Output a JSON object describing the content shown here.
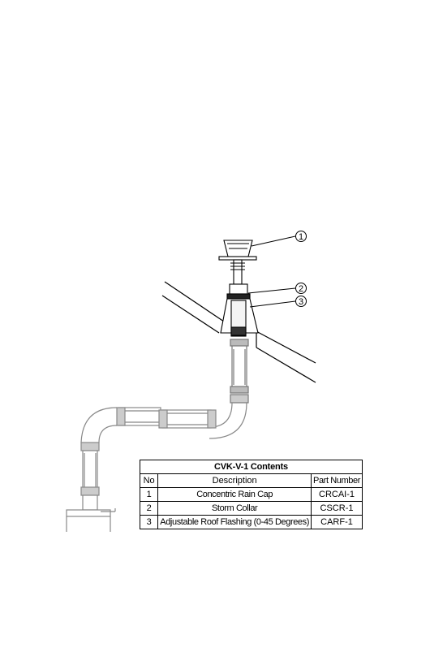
{
  "diagram": {
    "callouts": [
      {
        "number": "1"
      },
      {
        "number": "2"
      },
      {
        "number": "3"
      }
    ]
  },
  "table": {
    "title": "CVK-V-1 Contents",
    "headers": {
      "no": "No",
      "description": "Description",
      "part_number": "Part Number"
    },
    "rows": [
      {
        "no": "1",
        "description": "Concentric Rain Cap",
        "part_number": "CRCAI-1"
      },
      {
        "no": "2",
        "description": "Storm Collar",
        "part_number": "CSCR-1"
      },
      {
        "no": "3",
        "description": "Adjustable Roof Flashing (0-45 Degrees)",
        "part_number": "CARF-1"
      }
    ]
  }
}
